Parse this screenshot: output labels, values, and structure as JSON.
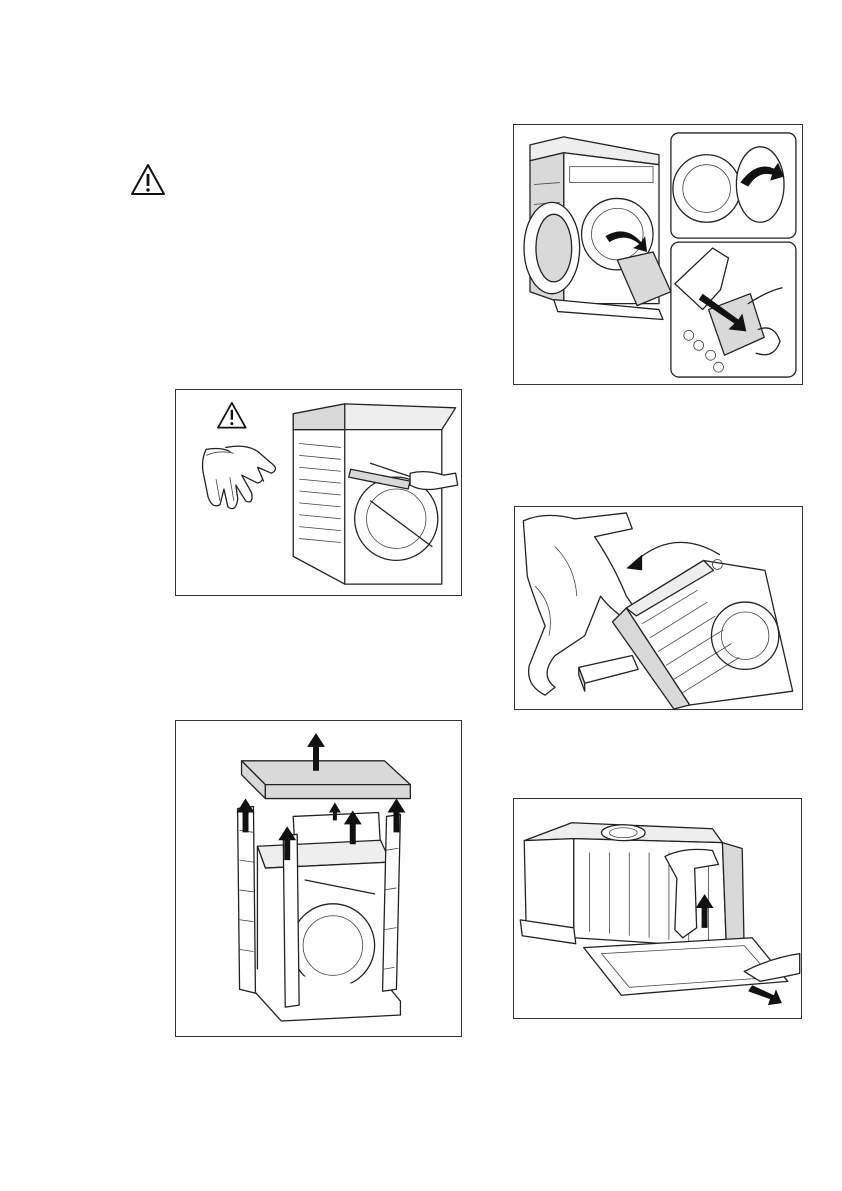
{
  "page": {
    "figures": [
      {
        "id": "fig-cut-packaging",
        "icon": "gloves-with-warning-icon"
      },
      {
        "id": "fig-remove-packaging",
        "icon": "lift-packaging-arrows-icon"
      },
      {
        "id": "fig-remove-door-bag",
        "icon": "accessory-bag-icon"
      },
      {
        "id": "fig-tilt-appliance",
        "icon": "tilt-arrow-icon"
      },
      {
        "id": "fig-remove-base",
        "icon": "remove-base-arrows-icon"
      }
    ],
    "colors": {
      "line": "#222222",
      "fill_grey": "#d9d9d9",
      "background": "#ffffff"
    }
  }
}
